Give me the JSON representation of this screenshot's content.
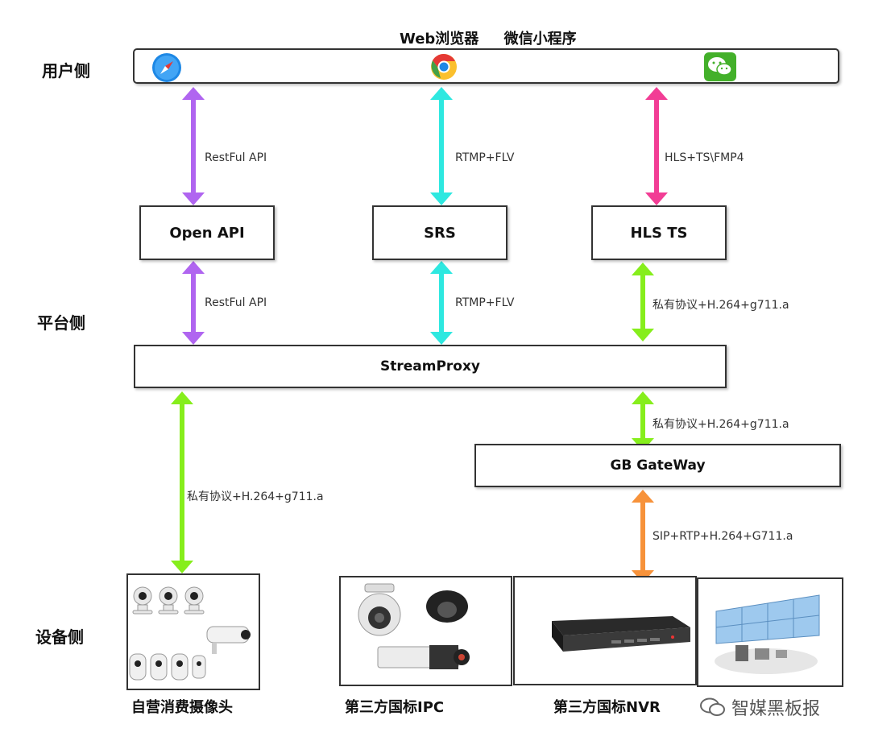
{
  "top_title": "Web浏览器     微信小程序",
  "side_labels": {
    "user": "用户侧",
    "platform": "平台侧",
    "device": "设备侧"
  },
  "boxes": {
    "open_api": "Open API",
    "srs": "SRS",
    "hls_ts": "HLS TS",
    "stream_proxy": "StreamProxy",
    "gb_gateway": "GB GateWay"
  },
  "edges": {
    "browser_openapi": "RestFul API",
    "chrome_srs": "RTMP+FLV",
    "wechat_hls": "HLS+TS\\FMP4",
    "openapi_proxy": "RestFul API",
    "srs_proxy": "RTMP+FLV",
    "hls_proxy": "私有协议+H.264+g711.a",
    "proxy_gateway": "私有协议+H.264+g711.a",
    "proxy_camera": "私有协议+H.264+g711.a",
    "gateway_nvr": "SIP+RTP+H.264+G711.a"
  },
  "captions": {
    "own_camera": "自营消费摄像头",
    "third_ipc": "第三方国标IPC",
    "third_nvr": "第三方国标NVR"
  },
  "watermark": "智媒黑板报",
  "colors": {
    "purple": "#b065f0",
    "cyan": "#2ee8e0",
    "pink": "#f23d95",
    "green": "#86ee1c",
    "orange": "#f7923a"
  },
  "icons": [
    "safari-icon",
    "chrome-icon",
    "wechat-icon",
    "camera-icon",
    "nvr-icon",
    "server-room-icon"
  ]
}
